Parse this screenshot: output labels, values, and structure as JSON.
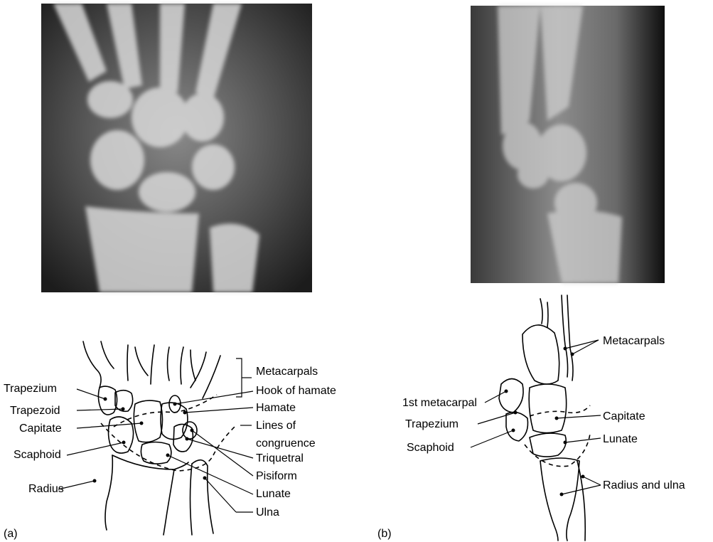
{
  "panel_a": {
    "caption": "(a)",
    "labels": {
      "trapezium": "Trapezium",
      "trapezoid": "Trapezoid",
      "capitate": "Capitate",
      "scaphoid": "Scaphoid",
      "radius": "Radius",
      "metacarpals": "Metacarpals",
      "hook_of_hamate": "Hook of hamate",
      "hamate": "Hamate",
      "lines_of_congruence_1": "Lines of",
      "lines_of_congruence_2": "congruence",
      "triquetral": "Triquetral",
      "pisiform": "Pisiform",
      "lunate": "Lunate",
      "ulna": "Ulna"
    }
  },
  "panel_b": {
    "caption": "(b)",
    "labels": {
      "metacarpals": "Metacarpals",
      "first_metacarpal": "1st metacarpal",
      "trapezium": "Trapezium",
      "scaphoid": "Scaphoid",
      "capitate": "Capitate",
      "lunate": "Lunate",
      "radius_and_ulna": "Radius and ulna"
    }
  }
}
